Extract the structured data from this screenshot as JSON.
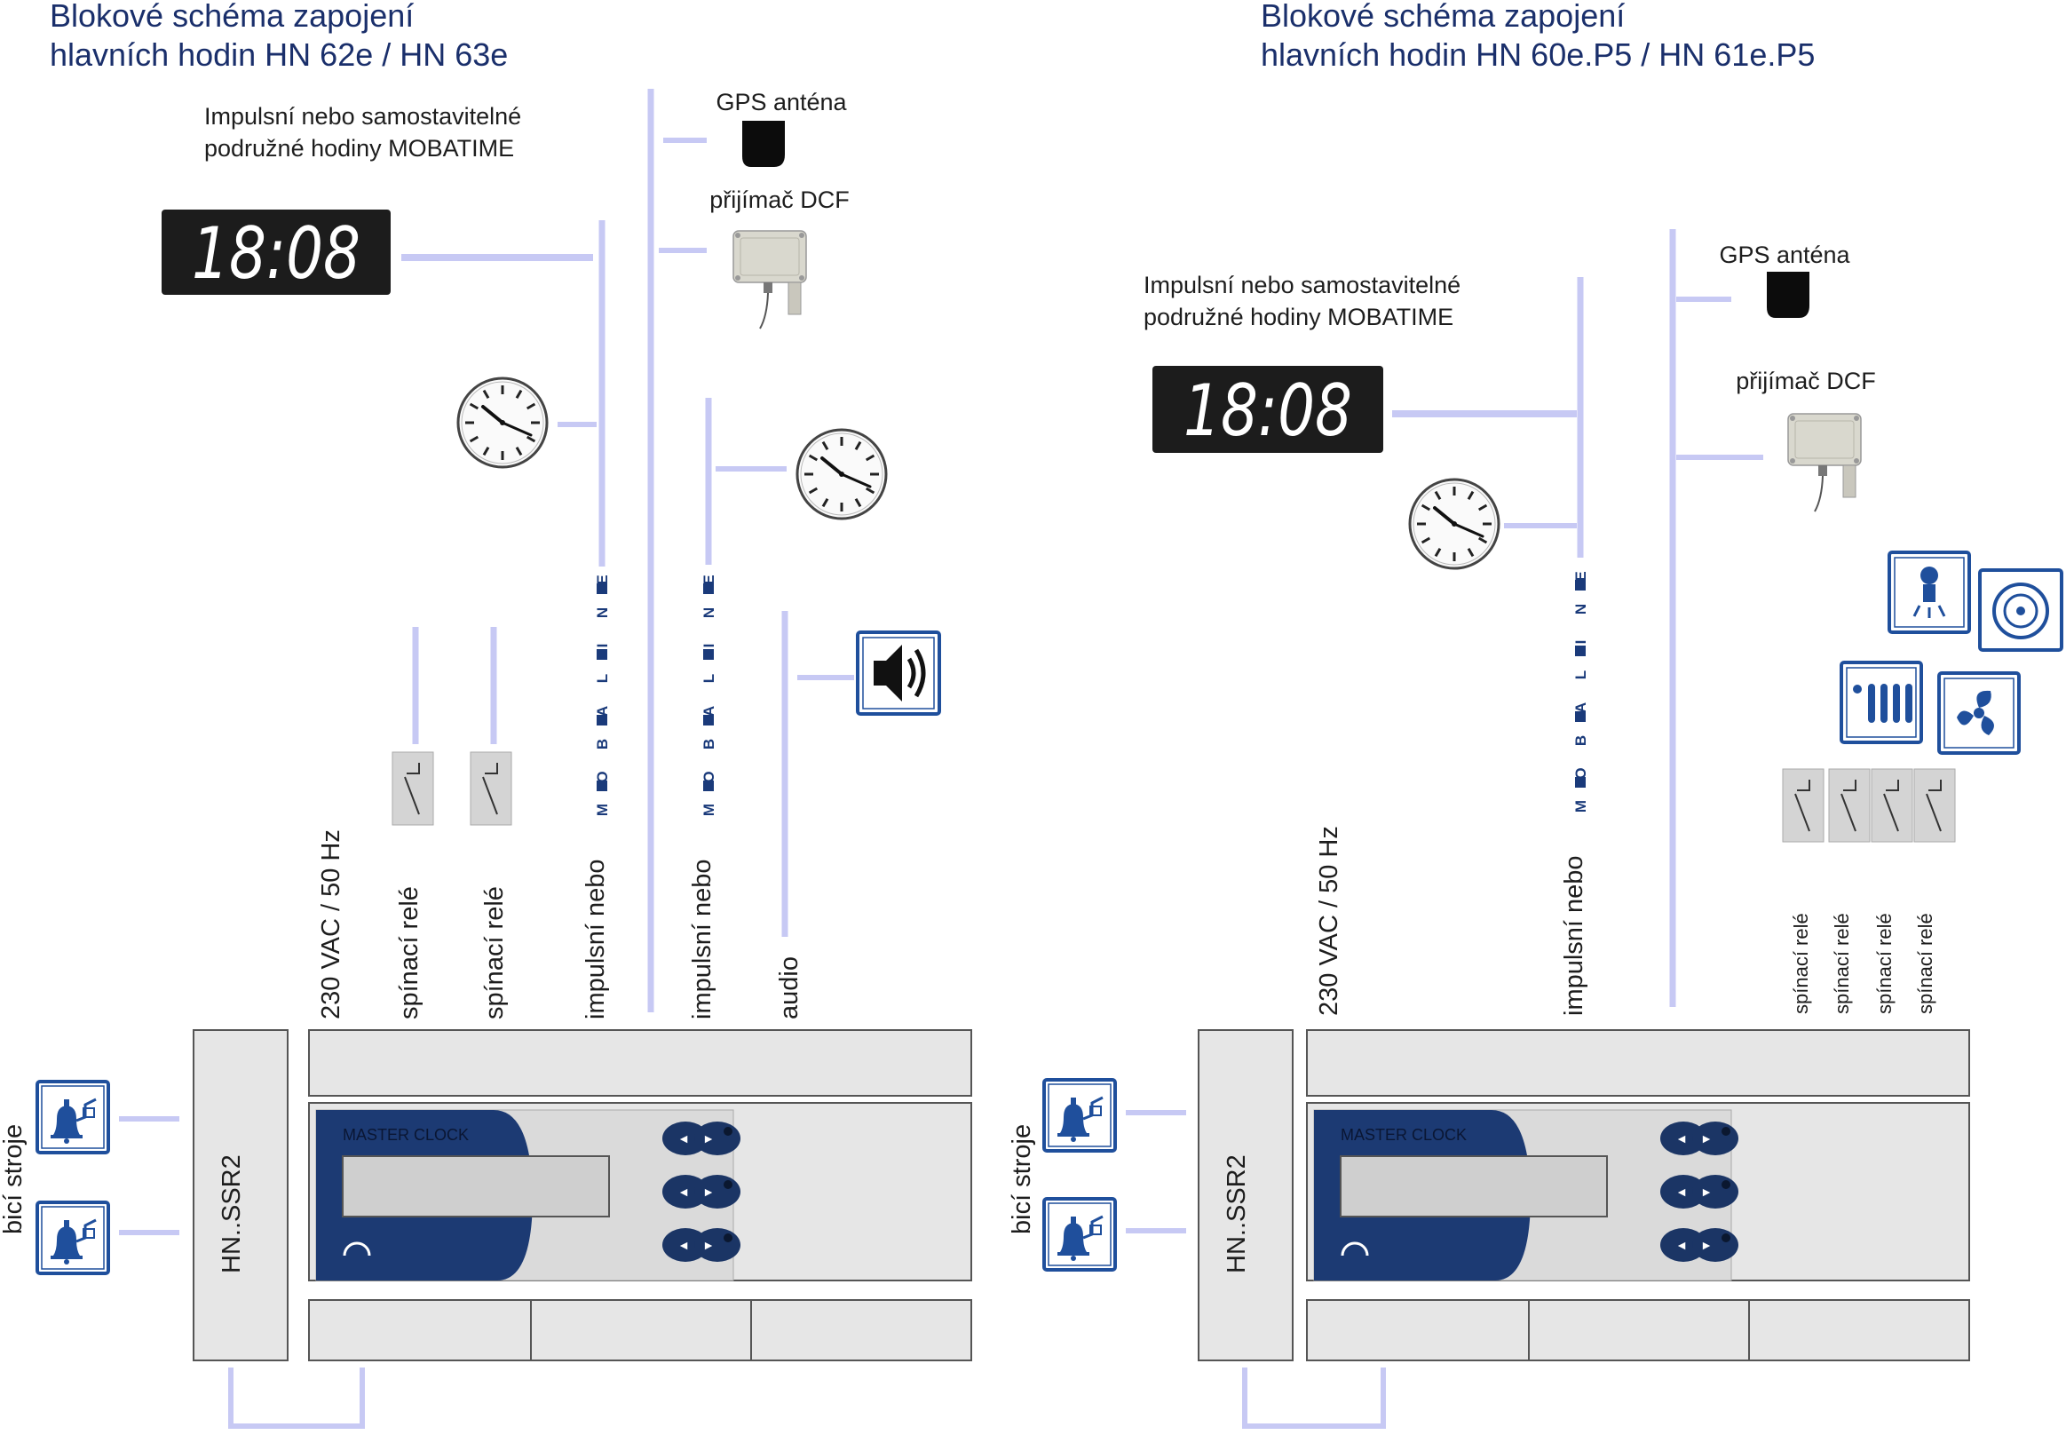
{
  "left": {
    "title_line1": "Blokové schéma zapojení",
    "title_line2": "hlavních hodin HN 62e / HN 63e",
    "slave_clocks_line1": "Impulsní nebo samostavitelné",
    "slave_clocks_line2": "podružné hodiny MOBATIME",
    "gps_label": "GPS anténa",
    "dcf_label": "přijímač DCF",
    "display_time": "18:08",
    "labels": {
      "power": "230 VAC / 50 Hz",
      "relay1": "spínací relé",
      "relay2": "spínací relé",
      "line1": "impulsní nebo",
      "line2": "impulsní nebo",
      "audio": "audio"
    },
    "bells_label": "bicí stroje",
    "module_label": "HN..SSR2",
    "master_clock_label": "MASTER CLOCK"
  },
  "right": {
    "title_line1": "Blokové schéma zapojení",
    "title_line2": "hlavních hodin HN 60e.P5 / HN 61e.P5",
    "slave_clocks_line1": "Impulsní nebo samostavitelné",
    "slave_clocks_line2": "podružné hodiny MOBATIME",
    "gps_label": "GPS anténa",
    "dcf_label": "přijímač DCF",
    "display_time": "18:08",
    "labels": {
      "power": "230 VAC / 50 Hz",
      "line1": "impulsní nebo",
      "relay1": "spínací relé",
      "relay2": "spínací relé",
      "relay3": "spínací relé",
      "relay4": "spínací relé"
    },
    "bells_label": "bicí stroje",
    "module_label": "HN..SSR2",
    "master_clock_label": "MASTER CLOCK"
  },
  "mobaline_letters": [
    "M",
    "O",
    "B",
    "A",
    "L",
    "I",
    "N",
    "E"
  ],
  "colors": {
    "title": "#1a2f6b",
    "connector_line": "#c7c9f4",
    "brand_navy": "#1a3a7a",
    "icon_blue": "#1f4f9c"
  }
}
